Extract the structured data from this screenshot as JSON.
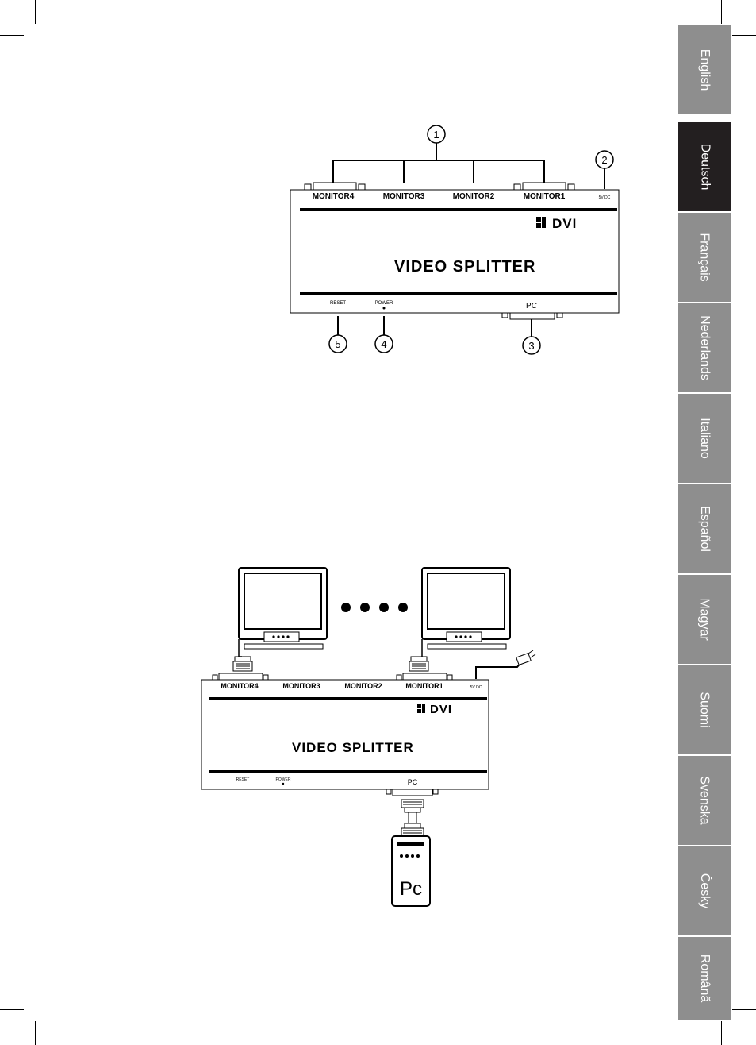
{
  "diagram1": {
    "ports_top": [
      "MONITOR4",
      "MONITOR3",
      "MONITOR2",
      "MONITOR1"
    ],
    "dc_label": "5V DC",
    "brand": "DVI",
    "title": "VIDEO SPLITTER",
    "reset_label": "RESET",
    "power_label": "POWER",
    "pc_label": "PC",
    "callouts": [
      "1",
      "2",
      "3",
      "4",
      "5"
    ]
  },
  "diagram2": {
    "ports_top": [
      "MONITOR4",
      "MONITOR3",
      "MONITOR2",
      "MONITOR1"
    ],
    "dc_label": "5V DC",
    "brand": "DVI",
    "title": "VIDEO SPLITTER",
    "reset_label": "RESET",
    "power_label": "POWER",
    "pc_label": "PC",
    "pc_box_label": "Pc"
  },
  "languages": [
    {
      "label": "English",
      "active": false
    },
    {
      "label": "Deutsch",
      "active": true
    },
    {
      "label": "Français",
      "active": false
    },
    {
      "label": "Nederlands",
      "active": false
    },
    {
      "label": "Italiano",
      "active": false
    },
    {
      "label": "Español",
      "active": false
    },
    {
      "label": "Magyar",
      "active": false
    },
    {
      "label": "Suomi",
      "active": false
    },
    {
      "label": "Svenska",
      "active": false
    },
    {
      "label": "Česky",
      "active": false
    },
    {
      "label": "Română",
      "active": false
    }
  ]
}
